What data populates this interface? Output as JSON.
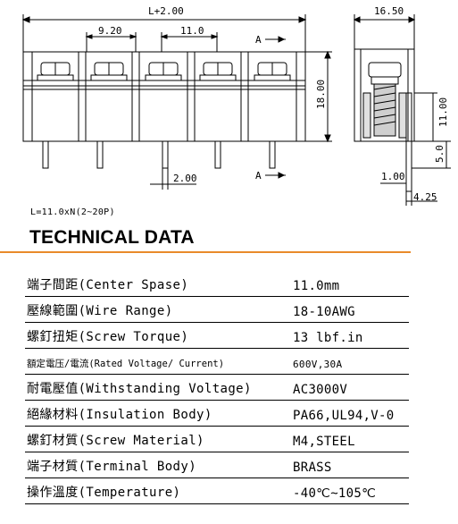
{
  "drawing": {
    "dim_total": "L+2.00",
    "dim_pitch_a": "9.20",
    "dim_pitch_b": "11.0",
    "dim_height": "18.00",
    "dim_pin": "2.00",
    "section_mark": "A",
    "side_width": "16.50",
    "side_h1": "11.00",
    "side_h2": "5.0",
    "side_pin": "1.00",
    "side_offset": "4.25"
  },
  "formula": "L=11.0xN(2~20P)",
  "heading": "TECHNICAL DATA",
  "spec_rows": [
    {
      "label": "端子間距(Center Spase)",
      "value": "11.0mm"
    },
    {
      "label": "壓線範圍(Wire Range)",
      "value": "18-10AWG"
    },
    {
      "label": "螺釘扭矩(Screw Torque)",
      "value": "13 lbf.in"
    },
    {
      "label": "額定電压/電流(Rated Voltage/ Current)",
      "value": "600V,30A"
    },
    {
      "label": "耐電壓值(Withstanding Voltage)",
      "value": "AC3000V"
    },
    {
      "label": "絕緣材料(Insulation Body)",
      "value": "PA66,UL94,V-0"
    },
    {
      "label": "螺釘材質(Screw Material)",
      "value": "M4,STEEL"
    },
    {
      "label": "端子材質(Terminal Body)",
      "value": "BRASS"
    },
    {
      "label": "操作溫度(Temperature)",
      "value": "-40℃~105℃"
    }
  ]
}
